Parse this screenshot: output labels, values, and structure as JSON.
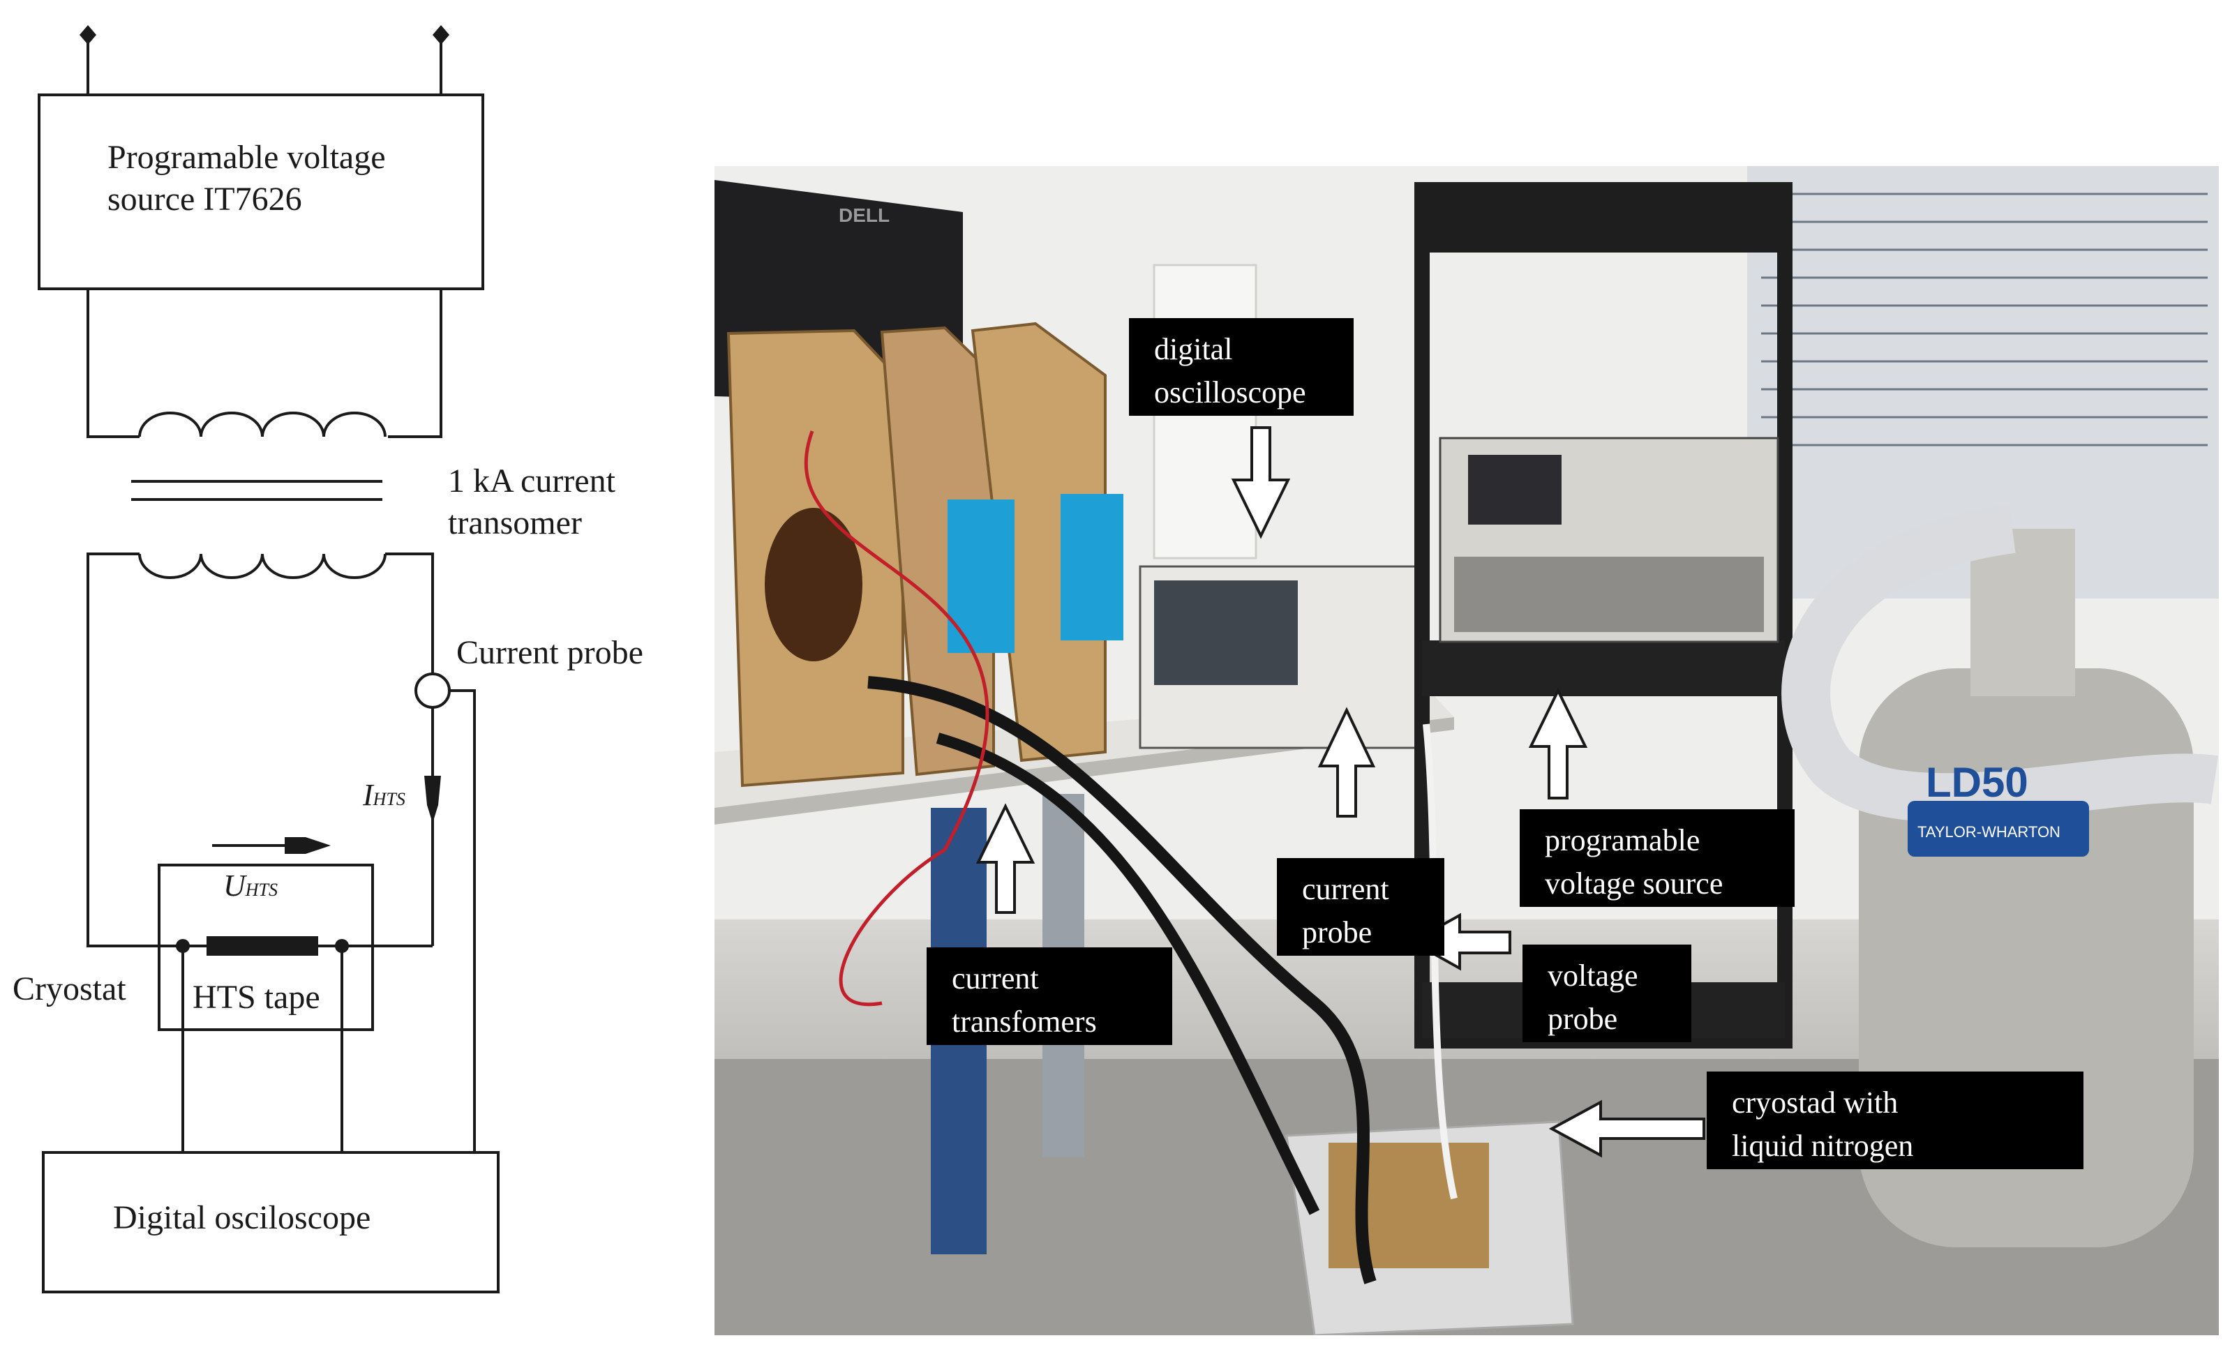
{
  "schematic": {
    "source_label": [
      "Programable voltage",
      "source IT7626"
    ],
    "transformer_label": [
      "1 kA current",
      "transomer"
    ],
    "current_probe_label": "Current probe",
    "i_hts_main": "I",
    "i_hts_sub": "HTS",
    "u_hts_main": "U",
    "u_hts_sub": "HTS",
    "cryostat_label": "Cryostat",
    "tape_label": "HTS tape",
    "osc_label": "Digital osciloscope"
  },
  "photo": {
    "monitor_brand": "DELL",
    "cryostat_brand": "LD50",
    "cryostat_maker": "TAYLOR-WHARTON",
    "callouts": {
      "oscilloscope": [
        "digital",
        "oscilloscope"
      ],
      "source": [
        "programable",
        "voltage source"
      ],
      "probe": [
        "current",
        "probe"
      ],
      "transformers": [
        "current",
        "transfomers"
      ],
      "voltage_probe": [
        "voltage",
        "probe"
      ],
      "cryostad": [
        "cryostad with",
        "liquid nitrogen"
      ]
    }
  },
  "colors": {
    "wire": "#1a1a1a",
    "callout_bg": "#000000",
    "callout_text": "#ffffff",
    "wood": "#c9a26b",
    "blue_coil": "#1e9fd6",
    "dewar": "#b8b6b0"
  }
}
